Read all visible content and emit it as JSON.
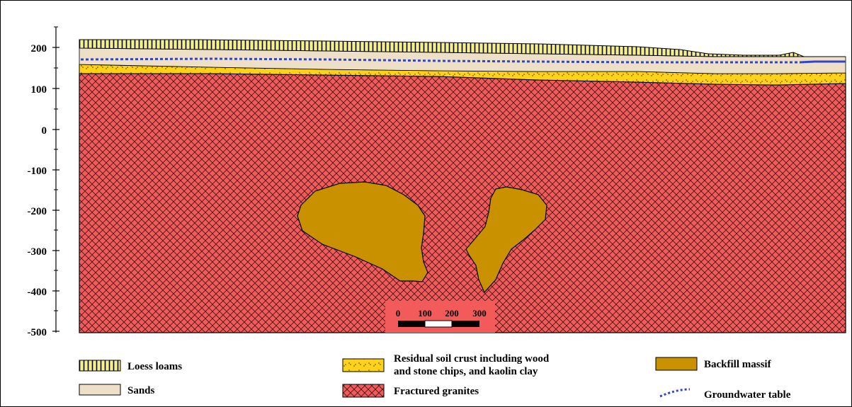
{
  "colors": {
    "granite": "#f35b5b",
    "granite_hatch": "#3a1414",
    "loess": "#f6f08a",
    "sands": "#eee0c6",
    "crust": "#ffd21a",
    "crust_dots": "#7a5a00",
    "backfill": "#c99100",
    "groundwater": "#3344cc"
  },
  "axis": {
    "ticks": [
      "200",
      "100",
      "0",
      "-100",
      "-200",
      "-300",
      "-400",
      "-500"
    ]
  },
  "scale_bar": {
    "labels": [
      "0",
      "100",
      "200",
      "300"
    ]
  },
  "legend": {
    "loess_label": "Loess loams",
    "sands_label": "Sands",
    "crust_label_line1": "Residual soil crust including wood",
    "crust_label_line2": "and stone chips, and kaolin clay",
    "granite_label": "Fractured granites",
    "backfill_label": "Backfill massif",
    "groundwater_label": "Groundwater table"
  }
}
